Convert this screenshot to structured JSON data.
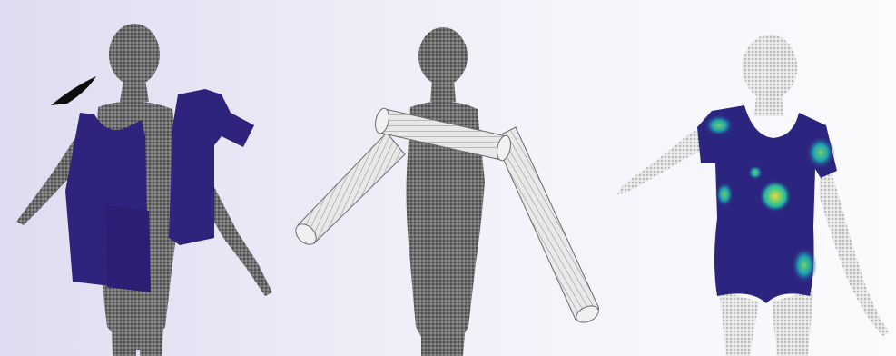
{
  "figure": {
    "panels": [
      {
        "id": "panel-1",
        "content": "mannequin-with-flat-garment-patterns",
        "garment_color": "#2e237d"
      },
      {
        "id": "panel-2",
        "content": "mannequin-with-cylinder-sleeve-proxies",
        "cylinder_color": "#d9d9d9"
      },
      {
        "id": "panel-3",
        "content": "mannequin-with-fitted-garment-stress-map",
        "garment_color": "#2c2580",
        "heatmap_colors": [
          "#2c2580",
          "#1b6fb0",
          "#20b5a6",
          "#6fd16a",
          "#e6d84d"
        ]
      }
    ],
    "colors": {
      "background_left": "#dedcf0",
      "background_right": "#fbfbfd",
      "mesh_body": "#8a8a8a",
      "mesh_light": "#cfcfcf"
    }
  }
}
